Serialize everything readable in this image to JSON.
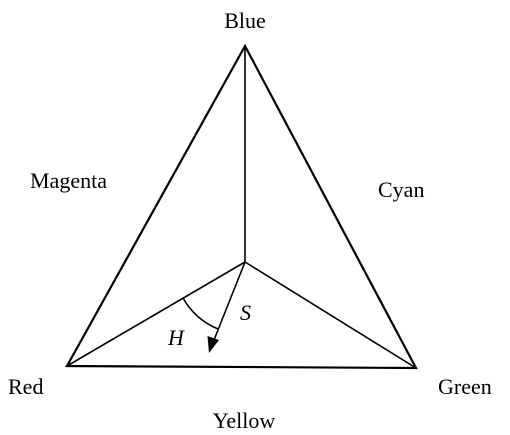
{
  "vertices": {
    "top": "Blue",
    "left": "Red",
    "right": "Green"
  },
  "sides": {
    "left": "Magenta",
    "right": "Cyan",
    "bottom": "Yellow"
  },
  "variables": {
    "hue": "H",
    "saturation": "S"
  },
  "colors": {
    "stroke": "#000000",
    "background": "#ffffff"
  }
}
